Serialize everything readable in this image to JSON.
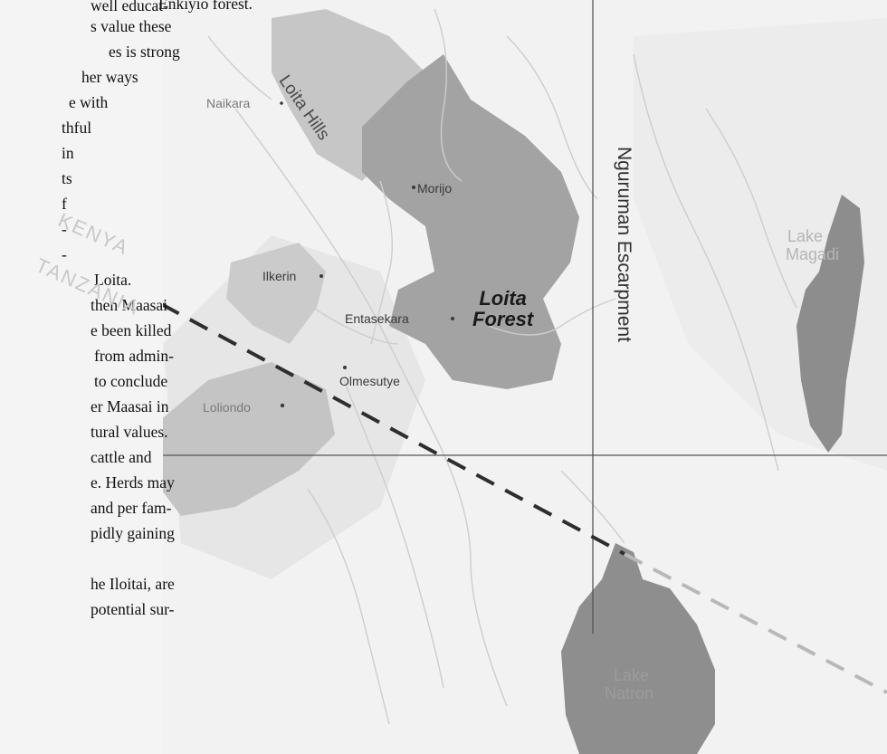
{
  "caption_fragment": "Enkiyio forest.",
  "body_text_lines": [
    "well educat-",
    "s value these",
    "es is strong",
    "her ways",
    "e with",
    "thful",
    "in",
    "ts",
    "f",
    "-",
    "-",
    "Loita.",
    "then Maasai",
    "e been killed",
    "from admin-",
    "to conclude",
    "er Maasai in",
    "tural values.",
    "cattle and",
    "e. Herds may",
    "and per fam-",
    "pidly gaining",
    "",
    "he Iloitai, are",
    "potential sur-"
  ],
  "map": {
    "region_labels": {
      "loita_hills": "Loita Hills",
      "nguruman_escarpment": "Nguruman Escarpment",
      "kenya": "KENYA",
      "tanzania": "TANZANIA"
    },
    "forest_label": {
      "line1": "Loita",
      "line2": "Forest"
    },
    "towns": {
      "naikara": "Naikara",
      "morijo": "Morijo",
      "ilkerin": "Ilkerin",
      "entasekara": "Entasekara",
      "olmesutye": "Olmesutye",
      "loliondo": "Loliondo"
    },
    "lakes": {
      "magadi": {
        "line1": "Lake",
        "line2": "Magadi"
      },
      "natron": {
        "line1": "Lake",
        "line2": "Natron"
      }
    },
    "colors": {
      "background": "#f4f4f4",
      "forest_fill": "#9e9e9e",
      "hills_fill": "#c2c2c2",
      "lake_fill": "#8a8a8a",
      "rivers": "#d2d2d2",
      "border_dash": "#3a3a3a",
      "grid_lines": "#444444"
    },
    "icons": [
      "town-dot-icon",
      "river-network",
      "international-border-dash"
    ]
  }
}
